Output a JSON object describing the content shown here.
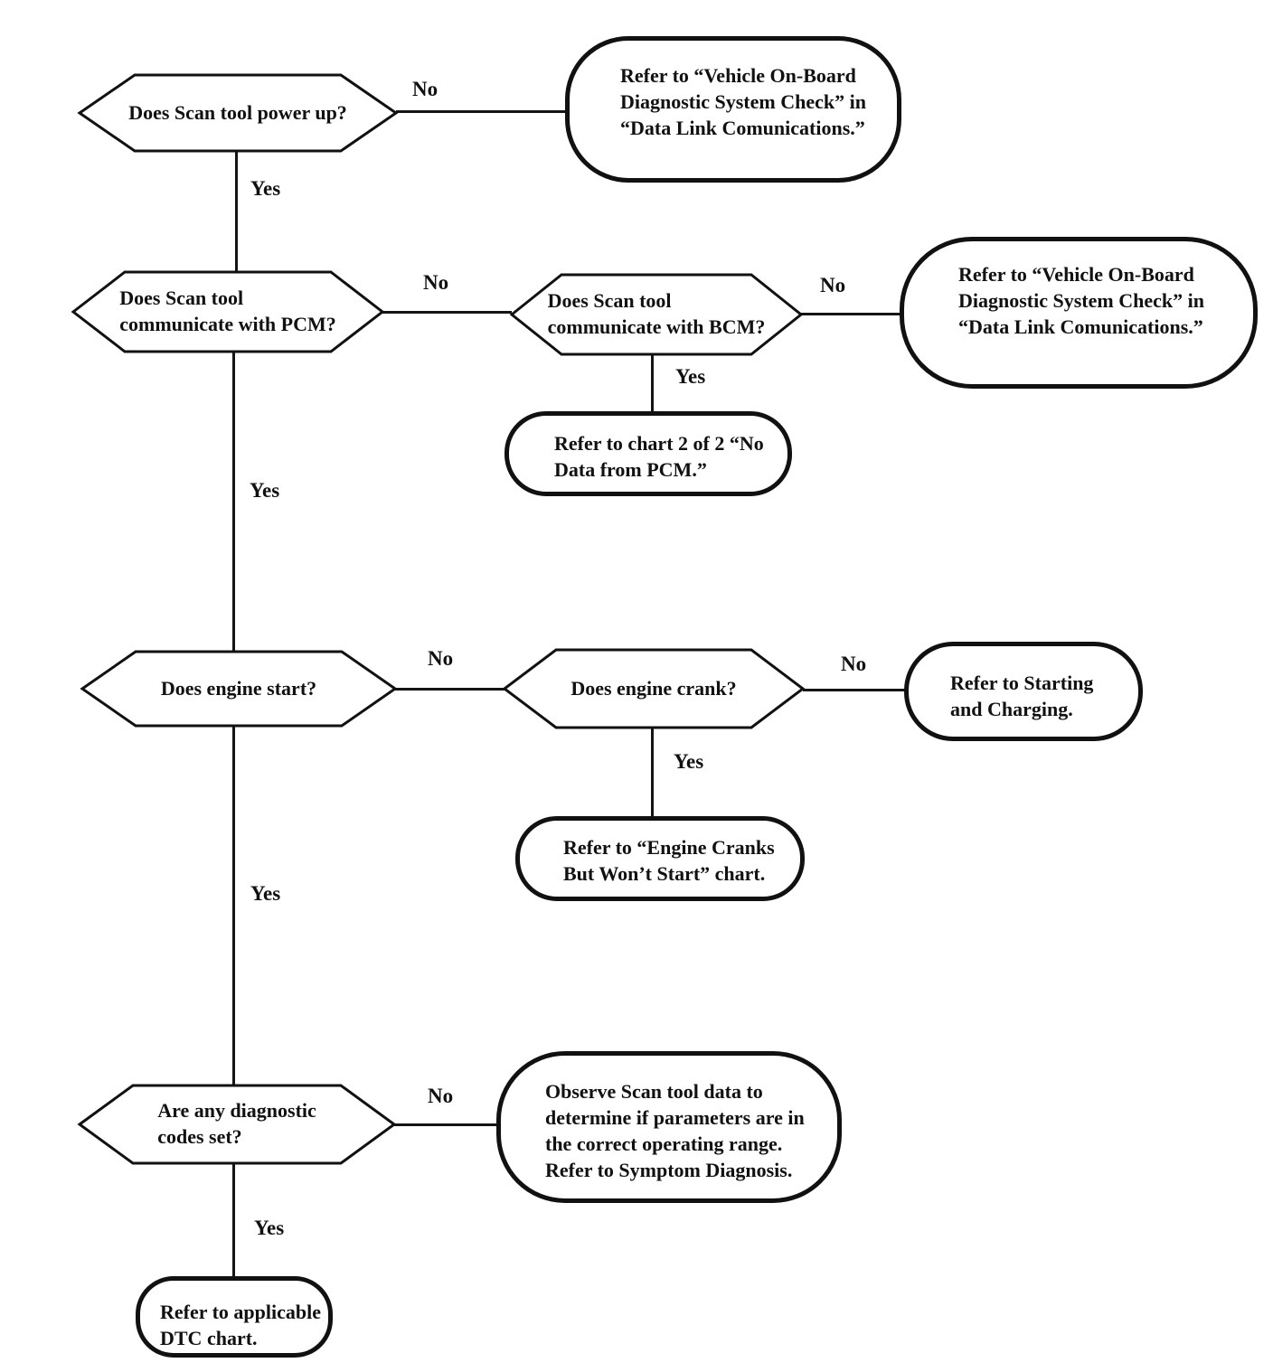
{
  "labels": {
    "yes": "Yes",
    "no": "No"
  },
  "nodes": {
    "q_power": "Does Scan tool power up?",
    "ref_obd1": "Refer to “Vehicle On-Board\nDiagnostic System Check” in\n“Data Link Comunications.”",
    "q_pcm": "Does Scan tool\ncommunicate with PCM?",
    "q_bcm": "Does Scan tool\ncommunicate with BCM?",
    "ref_obd2": "Refer to “Vehicle On-Board\nDiagnostic System Check” in\n“Data Link Comunications.”",
    "ref_chart2": "Refer to chart 2 of 2 “No\nData from PCM.”",
    "q_start": "Does engine start?",
    "q_crank": "Does engine crank?",
    "ref_starting": "Refer to Starting\nand Charging.",
    "ref_cranks": "Refer to “Engine Cranks\nBut Won’t Start” chart.",
    "q_codes": "Are any diagnostic\ncodes set?",
    "ref_observe": "Observe Scan tool data to\ndetermine if parameters are in\nthe correct operating range.\nRefer to Symptom Diagnosis.",
    "ref_dtc": "Refer to applicable\nDTC chart."
  }
}
